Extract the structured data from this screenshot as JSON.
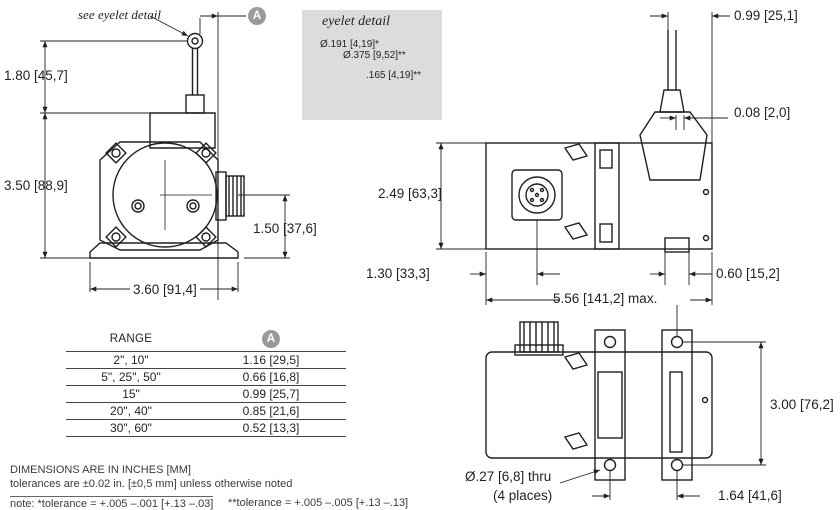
{
  "dims": {
    "a_badge": "A",
    "eyelet_callout": "see eyelet detail",
    "h_180": "1.80 [45,7]",
    "h_350": "3.50 [88,9]",
    "h_150": "1.50 [37,6]",
    "w_360": "3.60 [91,4]",
    "top_099": "0.99 [25,1]",
    "side_008": "0.08 [2,0]",
    "h_249": "2.49 [63,3]",
    "w_130": "1.30 [33,3]",
    "w_060": "0.60 [15,2]",
    "w_556": "5.56 [141,2] max.",
    "h_300": "3.00 [76,2]",
    "hole_size": "Ø.27 [6,8] thru",
    "hole_count": "(4 places)",
    "w_164": "1.64 [41,6]"
  },
  "eyelet_detail": {
    "title": "eyelet detail",
    "d1": "Ø.191 [4,19]*",
    "d2": "Ø.375 [9,52]**",
    "d3": ".165 [4,19]**"
  },
  "range_table": {
    "col1_header": "RANGE",
    "col2_header": "A",
    "rows": [
      {
        "range": "2\", 10\"",
        "value": "1.16 [29,5]"
      },
      {
        "range": "5\", 25\", 50\"",
        "value": "0.66 [16,8]"
      },
      {
        "range": "15\"",
        "value": "0.99 [25,7]"
      },
      {
        "range": "20\", 40\"",
        "value": "0.85 [21,6]"
      },
      {
        "range": "30\", 60\"",
        "value": "0.52 [13,3]"
      }
    ]
  },
  "notes": {
    "units": "DIMENSIONS ARE IN INCHES [MM]",
    "tolerance": "tolerances are ±0.02 in. [±0,5 mm] unless otherwise noted",
    "note1": "note: *tolerance = +.005 –.001 [+.13 –.03]",
    "note2": "**tolerance = +.005 –.005 [+.13 –.13]"
  }
}
